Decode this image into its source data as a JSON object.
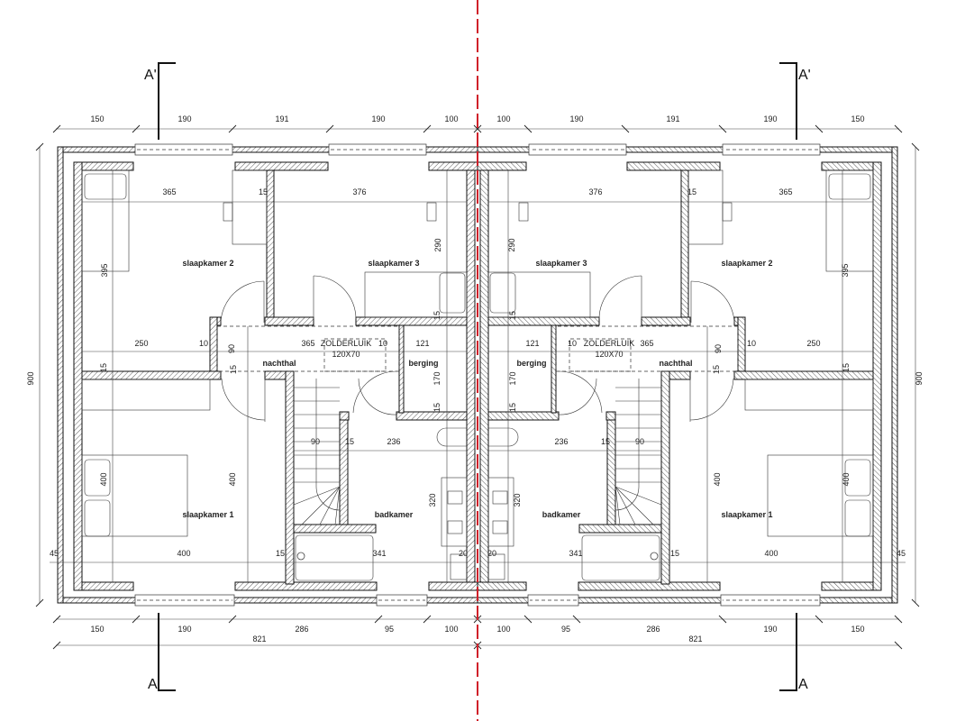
{
  "section_labels": {
    "top_left": "A'",
    "top_right": "A'",
    "bottom_left": "A",
    "bottom_right": "A"
  },
  "axis_color": "#d0202a",
  "left": {
    "labels": [
      "150",
      "190",
      "191",
      "190",
      "100",
      "150",
      "190",
      "286",
      "95",
      "100",
      "821",
      "900",
      "365",
      "15",
      "376",
      "290",
      "395",
      "slaapkamer 2",
      "slaapkamer 3",
      "250",
      "10",
      "90",
      "365",
      "ZOLDERLUIK",
      "120X70",
      "10",
      "121",
      "nachthal",
      "berging",
      "15",
      "15",
      "170",
      "15",
      "15",
      "90",
      "15",
      "236",
      "400",
      "400",
      "slaapkamer 1",
      "badkamer",
      "320",
      "45",
      "400",
      "15",
      "341",
      "20"
    ]
  },
  "right": {
    "labels": [
      "150",
      "190",
      "191",
      "190",
      "100",
      "150",
      "190",
      "286",
      "95",
      "100",
      "821",
      "900",
      "365",
      "15",
      "376",
      "290",
      "395",
      "slaapkamer 2",
      "slaapkamer 3",
      "250",
      "10",
      "90",
      "365",
      "ZOLDERLUIK",
      "120X70",
      "10",
      "121",
      "nachthal",
      "berging",
      "15",
      "15",
      "170",
      "15",
      "15",
      "90",
      "15",
      "236",
      "400",
      "400",
      "slaapkamer 1",
      "badkamer",
      "320",
      "45",
      "400",
      "15",
      "341",
      "20"
    ]
  }
}
